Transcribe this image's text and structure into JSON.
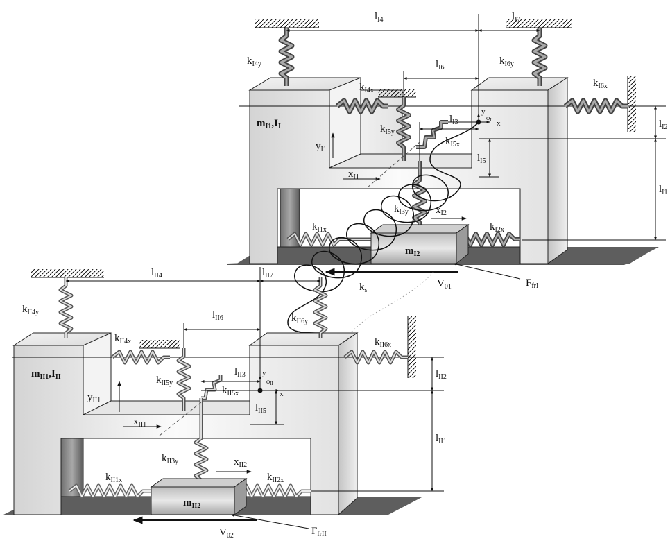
{
  "labels": {
    "top": {
      "l4": "l",
      "l4_sub": "I4",
      "l7": "l",
      "l7_sub": "I7",
      "l6": "l",
      "l6_sub": "I6",
      "k4y": "k",
      "k4y_sub": "I4y",
      "k6y": "k",
      "k6y_sub": "I6y",
      "k4x": "k",
      "k4x_sub": "I4x",
      "k6x": "k",
      "k6x_sub": "I6x",
      "mass": "m",
      "mass_sub": "I1",
      "mass_tail": ",I",
      "mass_tail_sub": "I",
      "k5y": "k",
      "k5y_sub": "I5y",
      "k5x": "k",
      "k5x_sub": "I5x",
      "l3": "l",
      "l3_sub": "I3",
      "l2": "l",
      "l2_sub": "I2",
      "l5": "l",
      "l5_sub": "I5",
      "l1": "l",
      "l1_sub": "I1",
      "y1": "y",
      "y1_sub": "I1",
      "x1": "x",
      "x1_sub": "I1",
      "k3y": "k",
      "k3y_sub": "I3y",
      "x2": "x",
      "x2_sub": "I2",
      "k1x": "k",
      "k1x_sub": "I1x",
      "k2x": "k",
      "k2x_sub": "I2x",
      "m2": "m",
      "m2_sub": "I2",
      "axis_y": "y",
      "axis_x": "x",
      "phi": "φ",
      "phi_sub": "I",
      "v": "V",
      "v_sub": "01",
      "f": "F",
      "f_sub": "frI"
    },
    "ks": "k",
    "ks_sub": "s",
    "bottom": {
      "l4": "l",
      "l4_sub": "II4",
      "l7": "l",
      "l7_sub": "II7",
      "l6": "l",
      "l6_sub": "II6",
      "k4y": "k",
      "k4y_sub": "II4y",
      "k6y": "k",
      "k6y_sub": "II6y",
      "k4x": "k",
      "k4x_sub": "II4x",
      "k6x": "k",
      "k6x_sub": "II6x",
      "mass": "m",
      "mass_sub": "II1",
      "mass_tail": ",I",
      "mass_tail_sub": "II",
      "k5y": "k",
      "k5y_sub": "II5y",
      "k5x": "k",
      "k5x_sub": "II5x",
      "l3": "l",
      "l3_sub": "II3",
      "l2": "l",
      "l2_sub": "II2",
      "l5": "l",
      "l5_sub": "II5",
      "l1": "l",
      "l1_sub": "II1",
      "y1": "y",
      "y1_sub": "II1",
      "x1": "x",
      "x1_sub": "II1",
      "k3y": "k",
      "k3y_sub": "II3y",
      "x2": "x",
      "x2_sub": "II2",
      "k1x": "k",
      "k1x_sub": "II1x",
      "k2x": "k",
      "k2x_sub": "II2x",
      "m2": "m",
      "m2_sub": "II2",
      "axis_y": "y",
      "axis_x": "x",
      "phi": "φ",
      "phi_sub": "II",
      "v": "V",
      "v_sub": "02",
      "f": "F",
      "f_sub": "frII"
    }
  }
}
